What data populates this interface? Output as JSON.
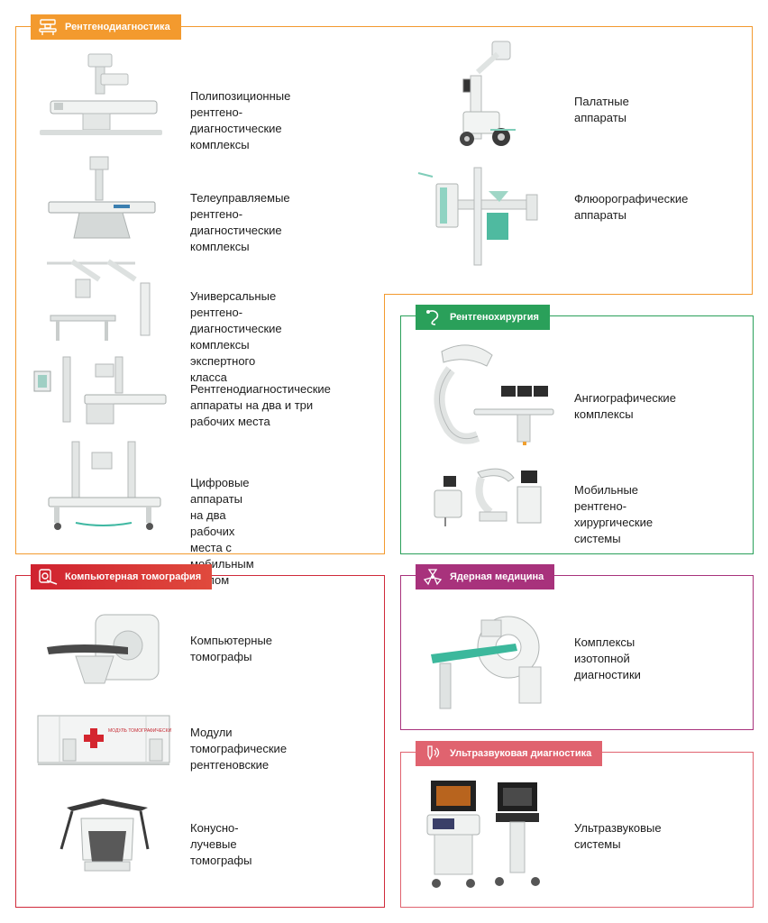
{
  "sections": {
    "xray": {
      "title": "Рентгенодиагностика",
      "icon": "xray-machine-icon",
      "color": "#f39a2e",
      "items": [
        {
          "caption": "Полипозиционные рентгено-\nдиагностические комплексы"
        },
        {
          "caption": "Телеуправляемые рентгено-\nдиагностические комплексы"
        },
        {
          "caption": "Универсальные рентгено-\nдиагностические комплексы\nэкспертного класса"
        },
        {
          "caption": "Рентгенодиагностические\nаппараты на два и три\nрабочих места"
        },
        {
          "caption": "Цифровые аппараты на два\nрабочих места с мобильным\nстолом"
        },
        {
          "caption": "Палатные аппараты"
        },
        {
          "caption": "Флюорографические\nаппараты"
        }
      ]
    },
    "surgery": {
      "title": "Рентгенохирургия",
      "icon": "surgery-icon",
      "color": "#2aa05a",
      "items": [
        {
          "caption": "Ангиографические\nкомплексы"
        },
        {
          "caption": "Мобильные рентгено-\nхирургические системы"
        }
      ]
    },
    "ct": {
      "title": "Компьютерная томография",
      "icon": "ct-scanner-icon",
      "color": "#cf2a3a",
      "items": [
        {
          "caption": "Компьютерные\nтомографы"
        },
        {
          "caption": "Модули томографические\nрентгеновские"
        },
        {
          "caption": "Конусно-лучевые\nтомографы"
        }
      ]
    },
    "nuclear": {
      "title": "Ядерная медицина",
      "icon": "radiation-icon",
      "color": "#a8327c",
      "items": [
        {
          "caption": "Комплексы изотопной\nдиагностики"
        }
      ]
    },
    "ultrasound": {
      "title": "Ультразвуковая диагностика",
      "icon": "ultrasound-icon",
      "color": "#e0636f",
      "items": [
        {
          "caption": "Ультразвуковые\nсистемы"
        }
      ]
    }
  },
  "module_label": "МОДУЛЬ ТОМОГРАФИЧЕСКИЙ РЕНТГЕНОВСКИЙ"
}
